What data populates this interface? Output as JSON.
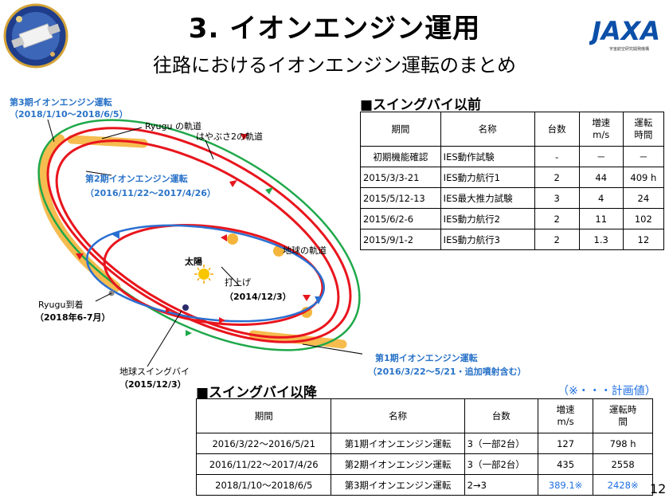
{
  "header": {
    "title": "3. イオンエンジン運用",
    "subtitle": "往路におけるイオンエンジン運転のまとめ",
    "logo_text": "JAXA",
    "logo_subtext": "宇宙航空研究開発機構"
  },
  "diagram": {
    "labels": {
      "phase3_title": "第3期イオンエンジン運転",
      "phase3_dates": "（2018/1/10～2018/6/5）",
      "ryugu_orbit": "Ryugu の軌道",
      "hayabusa2_orbit": "はやぶさ2の軌道",
      "phase2_title": "第2期イオンエンジン運転",
      "phase2_dates": "（2016/11/22～2017/4/26）",
      "earth_orbit": "地球の軌道",
      "sun": "太陽",
      "launch_title": "打上げ",
      "launch_date": "（2014/12/3）",
      "ryugu_arrival_title": "Ryugu到着",
      "ryugu_arrival_date": "（2018年6-7月）",
      "earth_swingby_title": "地球スイングバイ",
      "earth_swingby_date": "（2015/12/3）",
      "phase1_title": "第1期イオンエンジン運転",
      "phase1_dates": "（2016/3/22～5/21・追加噴射含む）"
    },
    "colors": {
      "hayabusa2": "#e8151d",
      "ryugu": "#1fa84a",
      "earth": "#2a6fd0",
      "thrust": "#f5b53c",
      "labels_blue": "#2a73c8"
    }
  },
  "before": {
    "title": "■スイングバイ以前",
    "headers": {
      "period": "期間",
      "name": "名称",
      "units": "台数",
      "dv1": "増速",
      "dv2": "m/s",
      "time1": "運転",
      "time2": "時間"
    },
    "rows": [
      {
        "period": "初期機能確認",
        "name": "IES動作試験",
        "units": "-",
        "dv": "－",
        "time": "－"
      },
      {
        "period": "2015/3/3-21",
        "name": "IES動力航行1",
        "units": "2",
        "dv": "44",
        "time": "409 h"
      },
      {
        "period": "2015/5/12-13",
        "name": "IES最大推力試験",
        "units": "3",
        "dv": "4",
        "time": "24"
      },
      {
        "period": "2015/6/2-6",
        "name": "IES動力航行2",
        "units": "2",
        "dv": "11",
        "time": "102"
      },
      {
        "period": "2015/9/1-2",
        "name": "IES動力航行3",
        "units": "2",
        "dv": "1.3",
        "time": "12"
      }
    ]
  },
  "after": {
    "title": "■スイングバイ以降",
    "note": "（※・・・計画値）",
    "headers": {
      "period": "期間",
      "name": "名称",
      "units": "台数",
      "dv1": "増速",
      "dv2": "m/s",
      "time1": "運転時",
      "time2": "間"
    },
    "rows": [
      {
        "period": "2016/3/22～2016/5/21",
        "name": "第1期イオンエンジン運転",
        "units": "3（一部2台）",
        "dv": "127",
        "time": "798 h"
      },
      {
        "period": "2016/11/22～2017/4/26",
        "name": "第2期イオンエンジン運転",
        "units": "3（一部2台）",
        "dv": "435",
        "time": "2558"
      },
      {
        "period": "2018/1/10～2018/6/5",
        "name": "第3期イオンエンジン運転",
        "units": "2→3",
        "dv": "389.1※",
        "time": "2428※"
      }
    ]
  },
  "page_number": "12"
}
